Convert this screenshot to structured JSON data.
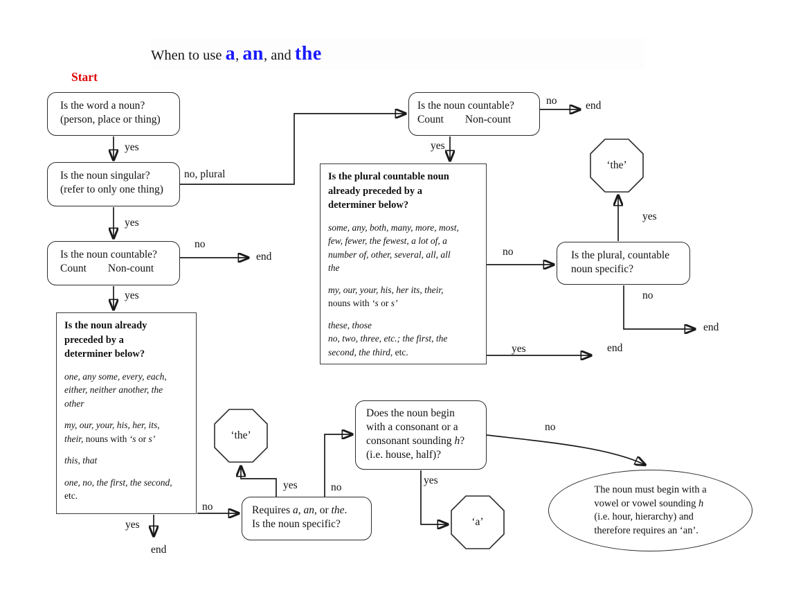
{
  "colors": {
    "accent_blue": "#1a1aff",
    "start_red": "#e00404",
    "line_black": "#1a1a1a"
  },
  "title": {
    "prefix": "When to use ",
    "word1": "a",
    "sep1": ", ",
    "word2": "an",
    "sep2": ", and ",
    "word3": "the"
  },
  "start_label": "Start",
  "nodes": {
    "q_word_noun": {
      "lines": [
        "Is the word a noun?",
        "(person, place or thing)"
      ]
    },
    "q_singular": {
      "lines": [
        "Is the noun singular?",
        "(refer to only one thing)"
      ]
    },
    "q_countable_left": {
      "lines": [
        "Is the noun countable?",
        "Count        Non-count"
      ]
    },
    "q_countable_top": {
      "lines": [
        "Is the noun countable?",
        "Count        Non-count"
      ]
    },
    "q_plural_specific": {
      "lines": [
        "Is the plural, countable",
        "noun specific?"
      ]
    },
    "q_requires": {
      "rich_lines": [
        [
          {
            "t": "Requires "
          },
          {
            "t": "a",
            "i": true
          },
          {
            "t": ", "
          },
          {
            "t": "an",
            "i": true
          },
          {
            "t": ", or "
          },
          {
            "t": "the",
            "i": true
          },
          {
            "t": "."
          }
        ],
        [
          "Is the noun specific?"
        ]
      ]
    },
    "q_begins_consonant": {
      "rich_lines": [
        [
          "Does the noun begin"
        ],
        [
          "with a consonant or a"
        ],
        [
          {
            "t": "consonant sounding "
          },
          {
            "t": "h",
            "i": true
          },
          {
            "t": "?"
          }
        ],
        [
          "(i.e. house, half)?"
        ]
      ]
    },
    "det_singular": {
      "rich_lines": [
        [
          {
            "t": "Is the noun already",
            "b": true
          }
        ],
        [
          {
            "t": "preceded by a",
            "b": true
          }
        ],
        [
          {
            "t": "determiner below?",
            "b": true
          }
        ],
        [],
        [
          {
            "t": "one, any some, every, each,",
            "i": true
          }
        ],
        [
          {
            "t": "either, neither another, the",
            "i": true
          }
        ],
        [
          {
            "t": "other",
            "i": true
          }
        ],
        [],
        [
          {
            "t": "my, our, your, his, her, its,",
            "i": true
          }
        ],
        [
          {
            "t": "their,",
            "i": true
          },
          {
            "t": " nouns with "
          },
          {
            "t": "‘s",
            "i": true
          },
          {
            "t": " or "
          },
          {
            "t": "s’",
            "i": true
          }
        ],
        [],
        [
          {
            "t": "this, that",
            "i": true
          }
        ],
        [],
        [
          {
            "t": "one, no, the first, the second,",
            "i": true
          }
        ],
        [
          {
            "t": "etc."
          }
        ]
      ]
    },
    "det_plural": {
      "rich_lines": [
        [
          {
            "t": "Is the plural countable noun",
            "b": true
          }
        ],
        [
          {
            "t": "already preceded by a",
            "b": true
          }
        ],
        [
          {
            "t": "determiner below?",
            "b": true
          }
        ],
        [],
        [
          {
            "t": "some, any, both, many, more, most,",
            "i": true
          }
        ],
        [
          {
            "t": "few, fewer, the fewest, a lot of, a",
            "i": true
          }
        ],
        [
          {
            "t": "number of, other, several, all, all",
            "i": true
          }
        ],
        [
          {
            "t": "the",
            "i": true
          }
        ],
        [],
        [
          {
            "t": "my, our, your, his, her its, their,",
            "i": true
          }
        ],
        [
          {
            "t": "nouns with "
          },
          {
            "t": "‘s",
            "i": true
          },
          {
            "t": " or "
          },
          {
            "t": "s’",
            "i": true
          }
        ],
        [],
        [
          {
            "t": "these, those",
            "i": true
          }
        ],
        [
          {
            "t": "no, two, three, etc.; the first, the",
            "i": true
          }
        ],
        [
          {
            "t": "second, the third,",
            "i": true
          },
          {
            "t": " etc."
          }
        ]
      ]
    },
    "result_the_top": {
      "label": "‘the’"
    },
    "result_the_bottom": {
      "label": "‘the’"
    },
    "result_a": {
      "label": "‘a’"
    },
    "note_an": {
      "rich_lines": [
        [
          "The noun must begin with a"
        ],
        [
          {
            "t": "vowel or vowel sounding "
          },
          {
            "t": "h",
            "i": true
          }
        ],
        [
          "(i.e. hour, hierarchy) and"
        ],
        [
          "therefore requires an ‘an’."
        ]
      ]
    }
  },
  "edge_labels": {
    "word_noun_yes": "yes",
    "singular_no": "no, plural",
    "singular_yes": "yes",
    "countable_left_no": "no",
    "countable_left_end": "end",
    "countable_left_yes": "yes",
    "countable_top_yes": "yes",
    "countable_top_no": "no",
    "countable_top_end": "end",
    "det_plural_no": "no",
    "det_plural_yes": "yes",
    "det_plural_end": "end",
    "plural_specific_yes": "yes",
    "plural_specific_no": "no",
    "plural_specific_end": "end",
    "det_singular_yes": "yes",
    "det_singular_end": "end",
    "det_singular_no": "no",
    "requires_yes": "yes",
    "requires_no": "no",
    "begins_yes": "yes",
    "begins_no": "no"
  }
}
